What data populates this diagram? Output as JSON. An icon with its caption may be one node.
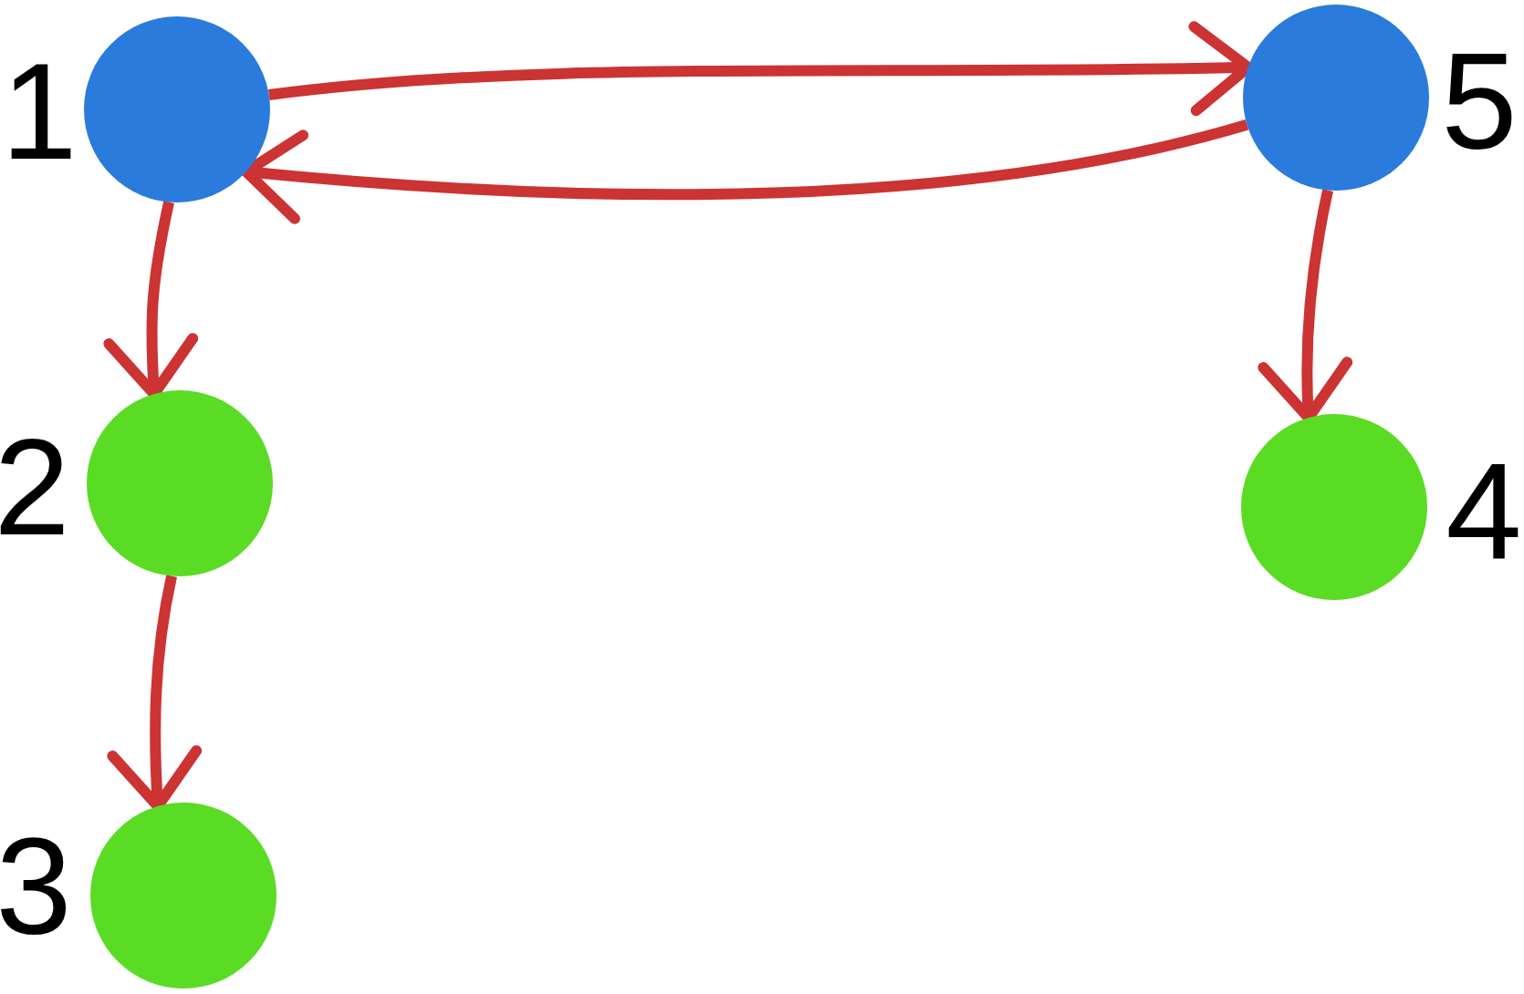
{
  "diagram": {
    "nodes": [
      {
        "text": [],
        "shape": "circle",
        "beside": [
          "1"
        ]
      },
      {
        "text": [],
        "shape": "circle",
        "beside": [
          "2"
        ]
      },
      {
        "text": [],
        "shape": "circle",
        "beside": [
          "3"
        ]
      },
      {
        "text": [],
        "shape": "circle",
        "beside": [
          "4"
        ]
      },
      {
        "text": [],
        "shape": "circle",
        "beside": [
          "5"
        ]
      }
    ],
    "edges": [
      {
        "from": 0,
        "to": 4,
        "arrow": "to"
      },
      {
        "from": 4,
        "to": 0,
        "arrow": "to"
      },
      {
        "from": 0,
        "to": 1,
        "arrow": "to"
      },
      {
        "from": 1,
        "to": 2,
        "arrow": "to"
      },
      {
        "from": 4,
        "to": 3,
        "arrow": "to"
      }
    ]
  }
}
